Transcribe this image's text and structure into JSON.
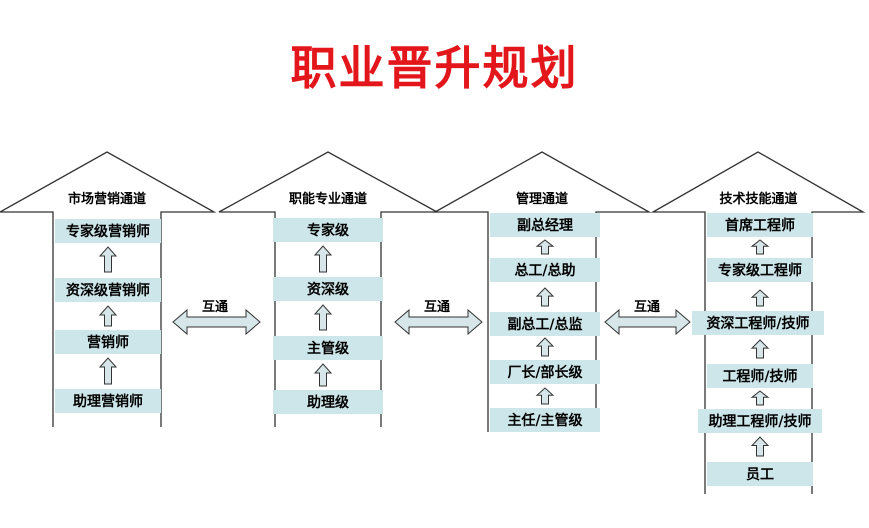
{
  "title": "职业晋升规划",
  "channels": [
    {
      "name": "市场营销通道",
      "levels": [
        "专家级营销师",
        "资深级营销师",
        "营销师",
        "助理营销师"
      ]
    },
    {
      "name": "职能专业通道",
      "levels": [
        "专家级",
        "资深级",
        "主管级",
        "助理级"
      ]
    },
    {
      "name": "管理通道",
      "levels": [
        "副总经理",
        "总工/总助",
        "副总工/总监",
        "厂长/部长级",
        "主任/主管级"
      ]
    },
    {
      "name": "技术技能通道",
      "levels": [
        "首席工程师",
        "专家级工程师",
        "资深工程师/技师",
        "工程师/技师",
        "助理工程师/技师",
        "员工"
      ]
    }
  ],
  "connectors": [
    "互通",
    "互通",
    "互通"
  ],
  "colors": {
    "title": "#e3161c",
    "level_box": "#cde6ea",
    "arrow_fill": "#d6e6e9",
    "outline": "#333333"
  }
}
